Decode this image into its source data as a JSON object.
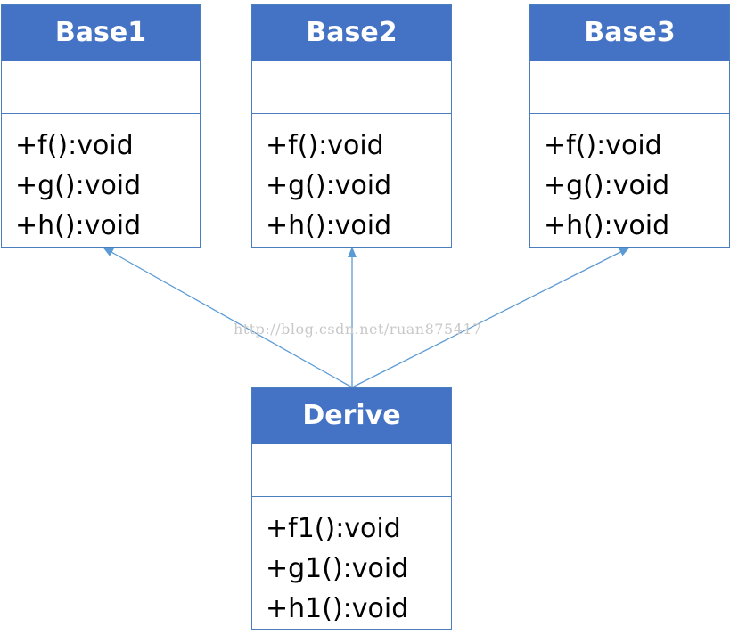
{
  "diagram": {
    "classes": [
      {
        "name": "Base1",
        "methods": [
          "+f():void",
          "+g():void",
          "+h():void"
        ]
      },
      {
        "name": "Base2",
        "methods": [
          "+f():void",
          "+g():void",
          "+h():void"
        ]
      },
      {
        "name": "Base3",
        "methods": [
          "+f():void",
          "+g():void",
          "+h():void"
        ]
      },
      {
        "name": "Derive",
        "methods": [
          "+f1():void",
          "+g1():void",
          "+h1():void"
        ]
      }
    ],
    "relations": [
      {
        "from": "Derive",
        "to": "Base1",
        "type": "inheritance"
      },
      {
        "from": "Derive",
        "to": "Base2",
        "type": "inheritance"
      },
      {
        "from": "Derive",
        "to": "Base3",
        "type": "inheritance"
      }
    ],
    "watermark": "http://blog.csdn.net/ruan875417"
  },
  "colors": {
    "header": "#4472c4",
    "border": "#4a7ebf",
    "arrow": "#5b9bd5",
    "watermark": "#c8c8c8"
  }
}
